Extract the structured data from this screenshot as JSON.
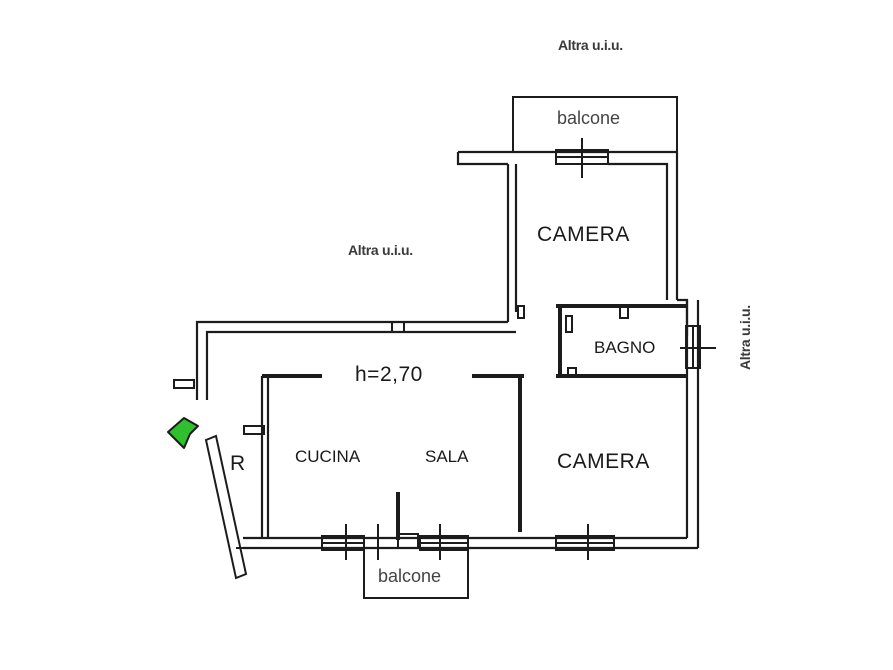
{
  "floorplan": {
    "neighbor_label_top": "Altra u.i.u.",
    "neighbor_label_middle": "Altra u.i.u.",
    "neighbor_label_right": "Altra u.i.u.",
    "balcony_top": "balcone",
    "balcony_bottom": "balcone",
    "room_camera_upper": "CAMERA",
    "room_camera_lower": "CAMERA",
    "room_bagno": "BAGNO",
    "room_cucina": "CUCINA",
    "room_sala": "SALA",
    "ceiling_height": "h=2,70",
    "stair_mark": "R"
  },
  "colors": {
    "wall": "#1c1c1c",
    "entrance_arrow": "#2fbf2f",
    "background": "#ffffff"
  },
  "icons": {
    "entrance": "entrance-arrow-icon"
  }
}
